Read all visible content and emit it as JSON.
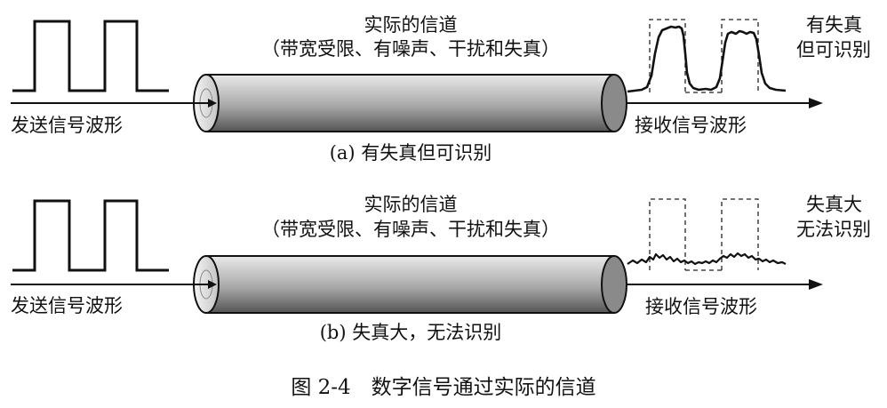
{
  "panels": [
    {
      "send_label": "发送信号波形",
      "channel_title": "实际的信道",
      "channel_desc": "（带宽受限、有噪声、干扰和失真）",
      "receive_label": "接收信号波形",
      "verdict_line1": "有失真",
      "verdict_line2": "但可识别",
      "caption": "(a) 有失真但可识别"
    },
    {
      "send_label": "发送信号波形",
      "channel_title": "实际的信道",
      "channel_desc": "（带宽受限、有噪声、干扰和失真）",
      "receive_label": "接收信号波形",
      "verdict_line1": "失真大",
      "verdict_line2": "无法识别",
      "caption": "(b) 失真大，无法识别"
    }
  ],
  "figure_caption": "图 2-4　数字信号通过实际的信道"
}
